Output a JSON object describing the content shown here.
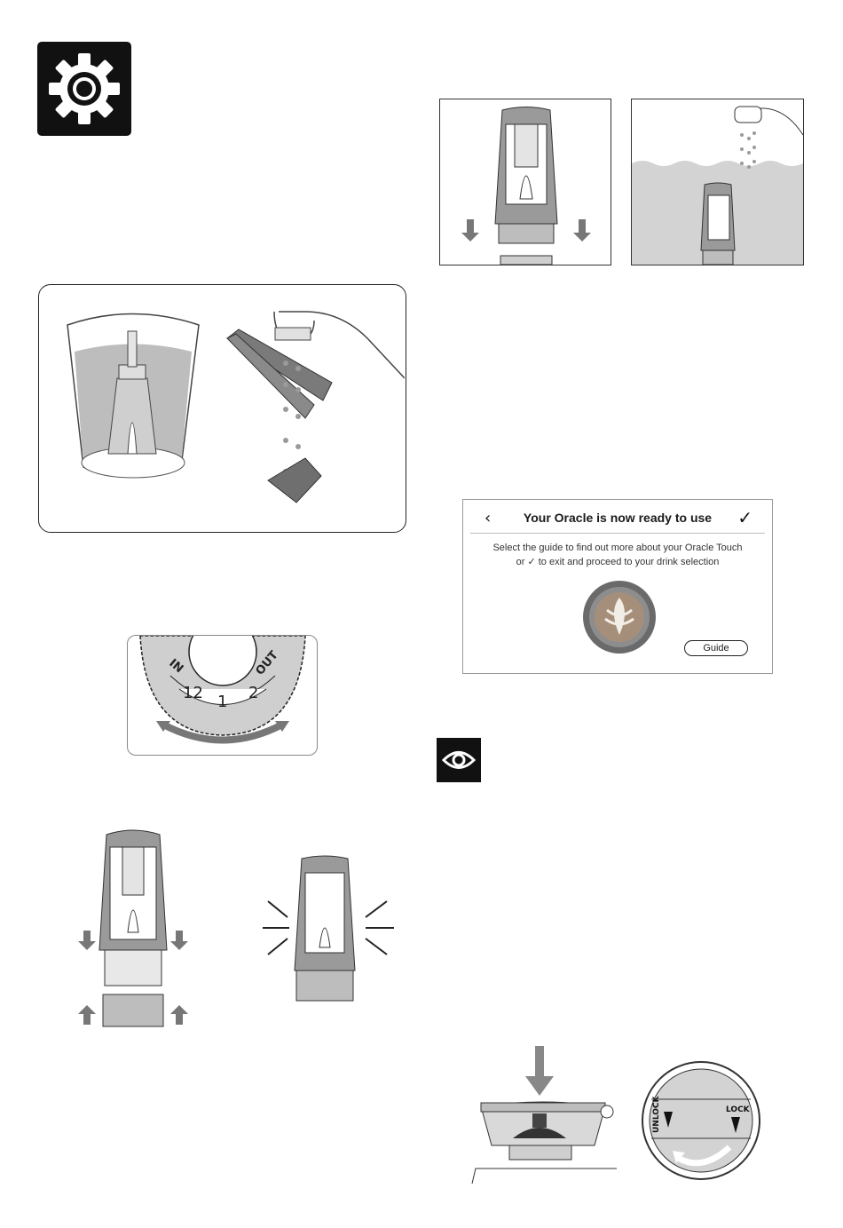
{
  "icons": {
    "settings": "gear-icon",
    "tip": "eye-icon"
  },
  "screen": {
    "title": "Your Oracle is now ready to use",
    "message_line1": "Select the guide to find out more about your Oracle Touch",
    "message_line2_prefix": "or",
    "message_line2_suffix": "to exit and proceed to your drink selection",
    "back_symbol": "‹",
    "confirm_symbol": "✓",
    "guide_button": "Guide"
  },
  "dial": {
    "label_in": "IN",
    "label_out": "OUT",
    "months": [
      "12",
      "1",
      "2"
    ]
  },
  "lock_dial": {
    "unlock_label": "UNLOCK",
    "lock_label": "LOCK"
  },
  "colors": {
    "water": "#bdbdbd",
    "filter_dark": "#8c8c8c",
    "filter_light": "#d9d9d9",
    "icon_bg": "#111111"
  }
}
